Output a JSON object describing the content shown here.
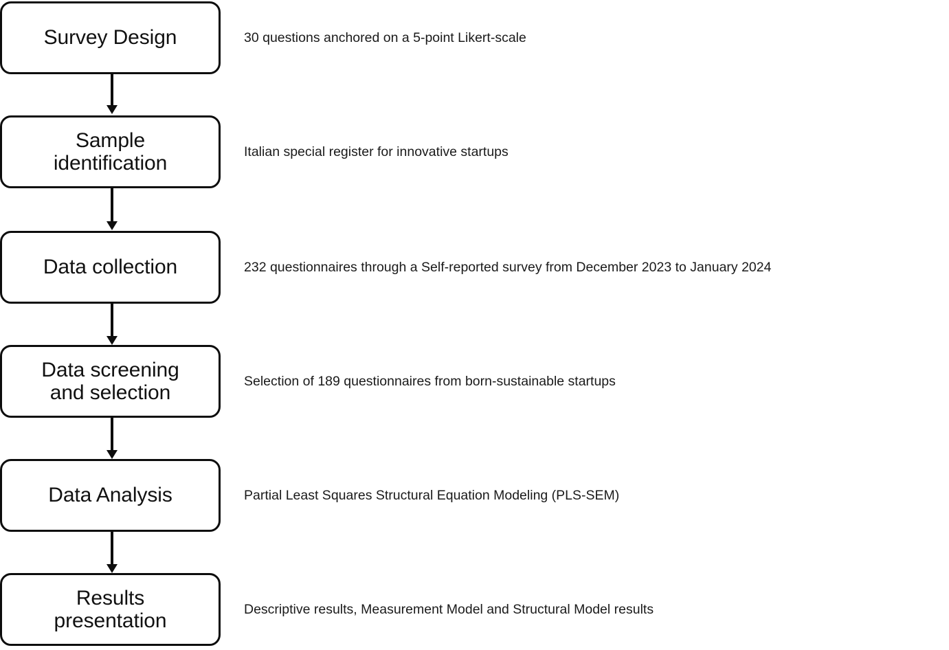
{
  "diagram": {
    "title": "Research methodology flowchart",
    "orientation": "vertical-top-to-bottom",
    "box_border_color": "#0d0d0d",
    "box_fill_color": "#ffffff",
    "text_color": "#111111",
    "arrow_color": "#0d0d0d",
    "steps": [
      {
        "id": "survey-design",
        "label": "Survey Design",
        "annotation": "30 questions anchored on a 5-point Likert-scale"
      },
      {
        "id": "sample-identification",
        "label": "Sample\nidentification",
        "annotation": "Italian special register for innovative startups"
      },
      {
        "id": "data-collection",
        "label": "Data collection",
        "annotation": "232 questionnaires through a Self-reported survey from December 2023 to January 2024"
      },
      {
        "id": "data-screening-and-selection",
        "label": "Data screening\nand selection",
        "annotation": "Selection of 189 questionnaires from born-sustainable startups"
      },
      {
        "id": "data-analysis",
        "label": "Data Analysis",
        "annotation": "Partial Least Squares Structural Equation Modeling (PLS-SEM)"
      },
      {
        "id": "results-presentation",
        "label": "Results\npresentation",
        "annotation": "Descriptive results, Measurement Model and Structural Model results"
      }
    ],
    "connectors": [
      {
        "from": "survey-design",
        "to": "sample-identification",
        "kind": "down-arrow"
      },
      {
        "from": "sample-identification",
        "to": "data-collection",
        "kind": "down-arrow"
      },
      {
        "from": "data-collection",
        "to": "data-screening-and-selection",
        "kind": "down-arrow"
      },
      {
        "from": "data-screening-and-selection",
        "to": "data-analysis",
        "kind": "down-arrow"
      },
      {
        "from": "data-analysis",
        "to": "results-presentation",
        "kind": "down-arrow"
      }
    ]
  }
}
